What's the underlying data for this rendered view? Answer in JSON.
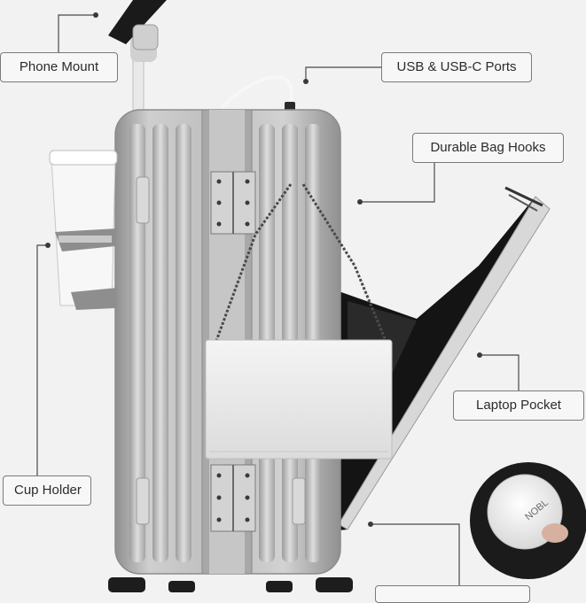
{
  "callouts": {
    "phone_mount": "Phone Mount",
    "usb_ports": "USB & USB-C Ports",
    "bag_hooks": "Durable Bag Hooks",
    "laptop_pocket": "Laptop Pocket",
    "cup_holder": "Cup Holder",
    "bottom_feature": ""
  },
  "tag": {
    "brand_mark": "NOBL"
  },
  "colors": {
    "background": "#f2f2f2",
    "shell": "#b9b9b9",
    "laptop_panel": "#1c1c1c",
    "label_border": "#7a7a7a"
  }
}
